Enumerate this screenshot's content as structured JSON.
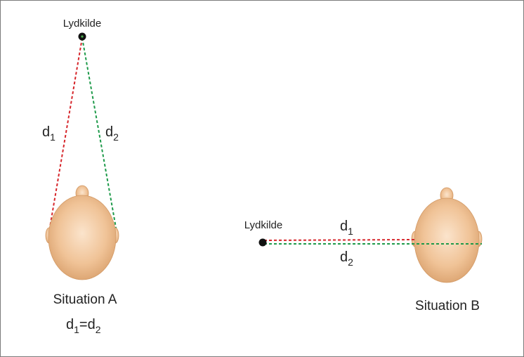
{
  "colors": {
    "d1_line": "#d6262b",
    "d2_line": "#1e9a4a",
    "head_fill": "#f2c9a0",
    "source_dot": "#111111",
    "frame": "#7a7a7a"
  },
  "situation_a": {
    "source_label": "Lydkilde",
    "d1": {
      "base": "d",
      "sub": "1"
    },
    "d2": {
      "base": "d",
      "sub": "2"
    },
    "title": "Situation A",
    "equation": {
      "left_base": "d",
      "left_sub": "1",
      "operator": "=",
      "right_base": "d",
      "right_sub": "2"
    }
  },
  "situation_b": {
    "source_label": "Lydkilde",
    "d1": {
      "base": "d",
      "sub": "1"
    },
    "d2": {
      "base": "d",
      "sub": "2"
    },
    "title": "Situation B"
  }
}
